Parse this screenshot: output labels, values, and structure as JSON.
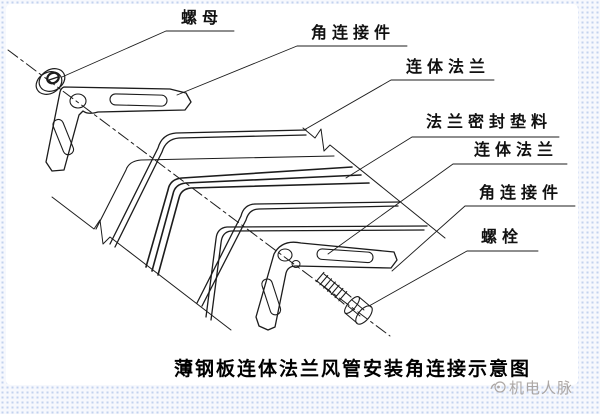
{
  "page": {
    "caption": "薄钢板连体法兰风管安装角连接示意图",
    "watermark_text": "机电人脉"
  },
  "labels": {
    "nut": "螺母",
    "corner_connector_top": "角连接件",
    "unibody_flange_top": "连体法兰",
    "flange_gasket": "法兰密封垫料",
    "unibody_flange_bottom": "连体法兰",
    "corner_connector_bottom": "角连接件",
    "bolt": "螺栓"
  },
  "colors": {
    "line": "#1c1c1c",
    "paper": "#ffffff",
    "background_dots": "#c3d2ee",
    "watermark": "#a09a96"
  }
}
